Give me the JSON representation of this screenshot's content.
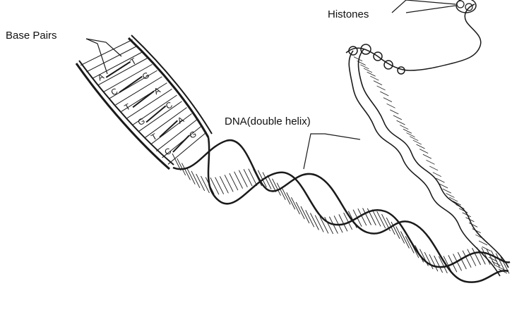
{
  "labels": {
    "base_pairs": "Base Pairs",
    "dna": "DNA(double helix)",
    "histones": "Histones"
  },
  "base_pairs": [
    {
      "left": "A",
      "right": "T"
    },
    {
      "left": "C",
      "right": "G"
    },
    {
      "left": "T",
      "right": "A"
    },
    {
      "left": "G",
      "right": "C"
    },
    {
      "left": "T",
      "right": "A"
    },
    {
      "left": "C",
      "right": "G"
    }
  ],
  "colors": {
    "ink": "#1a1a1a",
    "background": "#ffffff",
    "strand_fill": "#e6e6e6"
  }
}
